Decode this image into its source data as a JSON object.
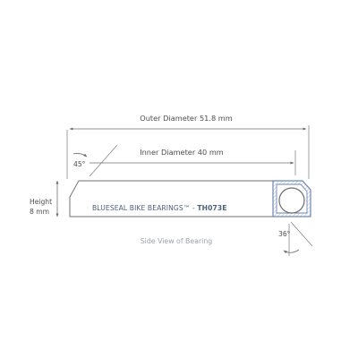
{
  "diagram": {
    "outer_diameter_label": "Outer Diameter 51.8 mm",
    "inner_diameter_label": "Inner Diameter 40 mm",
    "top_angle_label": "45°",
    "height_label_line1": "Height",
    "height_label_line2": "8 mm",
    "brand_text": "BLUESEAL BIKE BEARINGS™ - ",
    "model_text": "TH073E",
    "bottom_angle_label": "36°",
    "caption": "Side View of Bearing",
    "colors": {
      "line": "#6f6f6f",
      "seal_blue": "#6f86b5",
      "hatch": "#9fb0d3",
      "ball_stroke": "#6d6d6d",
      "caption": "#9aa3ad"
    }
  }
}
